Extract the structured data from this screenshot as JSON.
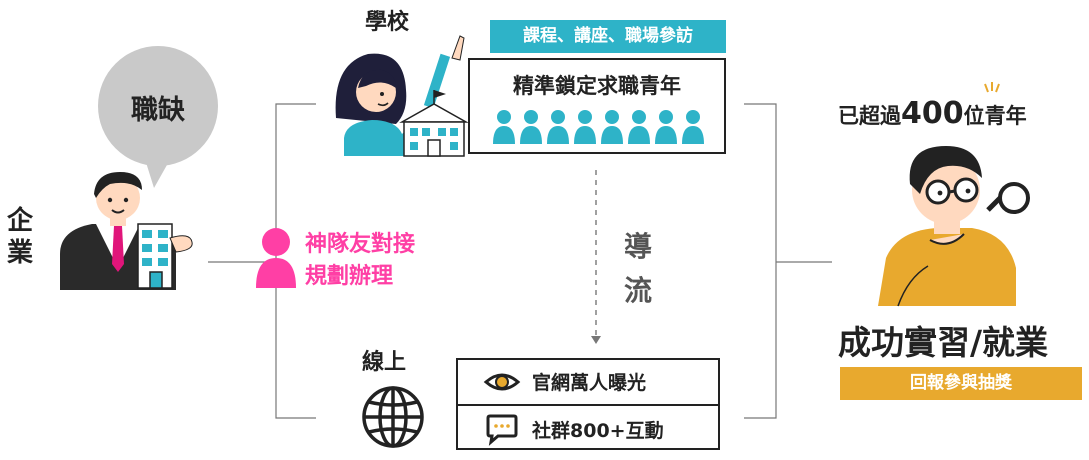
{
  "school": {
    "label": "學校",
    "activities": "課程、講座、職場參訪",
    "target": "精準鎖定求職青年"
  },
  "online": {
    "label": "線上",
    "items": [
      "官網萬人曝光",
      "社群800+互動"
    ]
  },
  "company": {
    "label": "企\n業",
    "bubble": "職缺"
  },
  "teammate": {
    "line1": "神隊友對接",
    "line2": "規劃辦理"
  },
  "flow_label": "導\n流",
  "result": {
    "count_prefix": "已超過",
    "count_number": "400",
    "count_suffix": "位青年",
    "title": "成功實習/就業",
    "reward": "回報參與抽獎"
  },
  "colors": {
    "teal": "#2eb3c8",
    "pink": "#ff3fa5",
    "gold": "#e8a92e",
    "mustard": "#e8a92e",
    "gray": "#c9c9c9"
  },
  "icons": [
    "speech-bubble-icon",
    "businessman-icon",
    "teammate-person-icon",
    "teacher-pointing-icon",
    "school-building-icon",
    "youth-person-icon",
    "eye-icon",
    "chat-icon",
    "globe-icon",
    "thinking-youth-icon",
    "magnifier-icon"
  ]
}
